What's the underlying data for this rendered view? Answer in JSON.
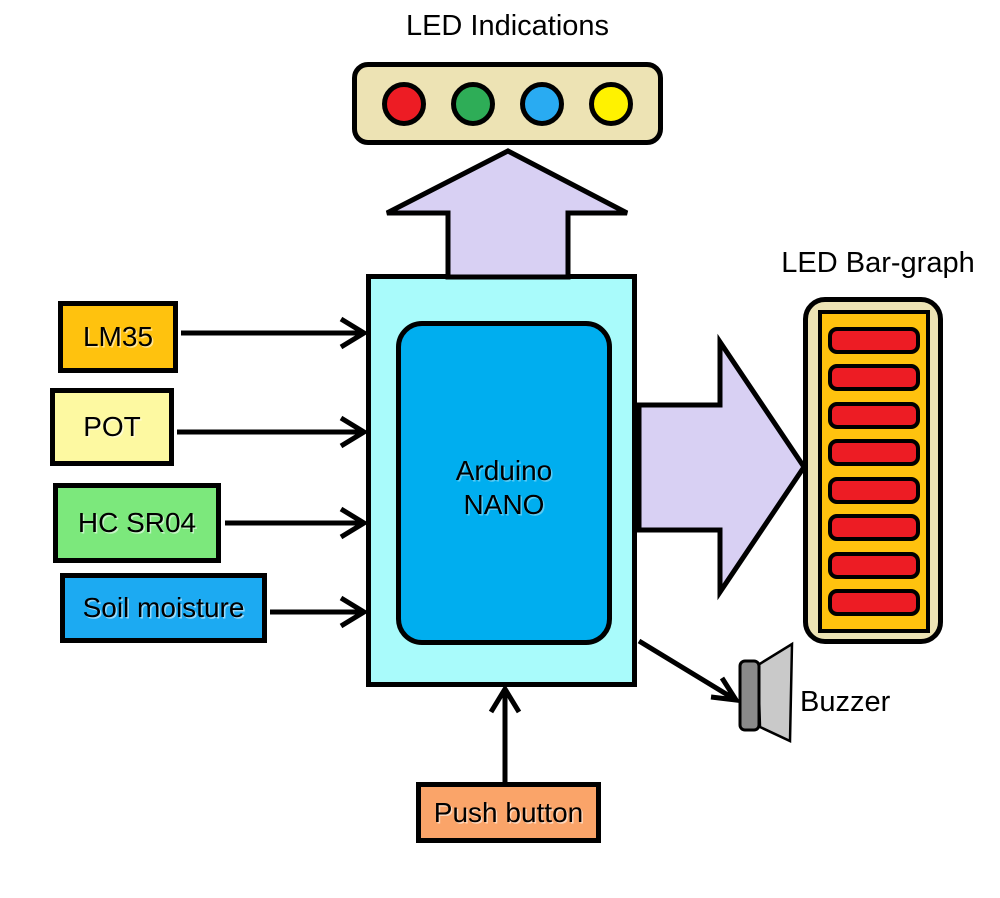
{
  "titles": {
    "led_indications": "LED Indications",
    "led_bargraph": "LED Bar-graph"
  },
  "blocks": {
    "mcu": {
      "label_line1": "Arduino",
      "label_line2": "NANO"
    },
    "inputs": [
      {
        "label": "LM35",
        "color": "#FFC20E"
      },
      {
        "label": "POT",
        "color": "#FDF9A1"
      },
      {
        "label": "HC SR04",
        "color": "#7CE87C"
      },
      {
        "label": "Soil moisture",
        "color": "#1CAAF2"
      }
    ],
    "push_button": {
      "label": "Push button",
      "color": "#FAA469"
    },
    "buzzer": {
      "label": "Buzzer"
    }
  },
  "led_panel": {
    "background": "#EDE3B4",
    "leds": [
      {
        "name": "red",
        "color": "#ED1C24"
      },
      {
        "name": "green",
        "color": "#2EAD57"
      },
      {
        "name": "blue",
        "color": "#29ABF2"
      },
      {
        "name": "yellow",
        "color": "#FFF200"
      }
    ]
  },
  "bargraph": {
    "segments": 8
  },
  "colors": {
    "outline": "#000000",
    "block_arrow": "#D8D0F3",
    "mcu_outer": "#A9FBFB",
    "mcu_inner": "#00AEEF",
    "bargraph_outer": "#EDE3B4",
    "bargraph_inner": "#FFC20E",
    "bar_segment": "#ED1C24",
    "buzzer_driver": "#8A8A8A",
    "buzzer_cone": "#C9C9C9",
    "line_arrow": "#000000"
  }
}
